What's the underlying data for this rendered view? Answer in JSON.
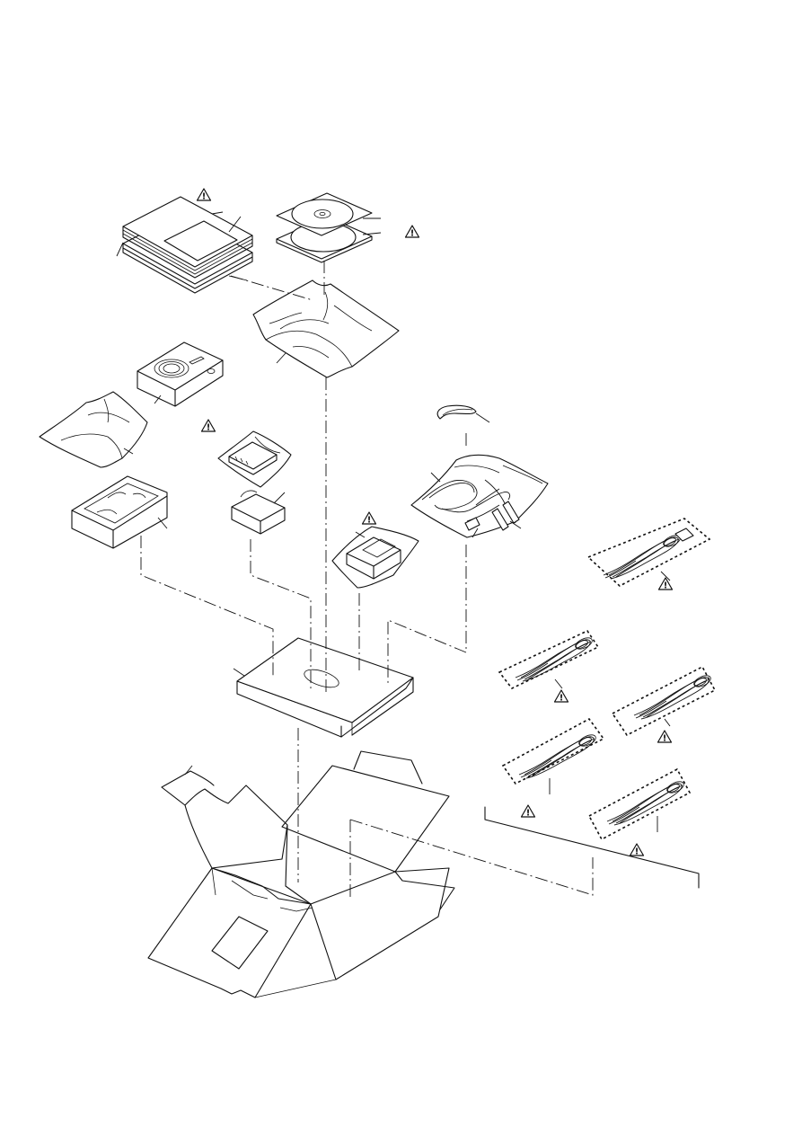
{
  "diagram": {
    "kind": "exploded-packing-view",
    "warning_symbol": "!",
    "colors": {
      "line": "#111111",
      "background": "#ffffff"
    },
    "parts": [
      {
        "id": "manuals",
        "icon": "manual-booklets-icon",
        "warning": true
      },
      {
        "id": "cd-rom",
        "icon": "cd-rom-icon",
        "warning": true
      },
      {
        "id": "poly-bag-large",
        "icon": "poly-bag-icon",
        "warning": false
      },
      {
        "id": "camera",
        "icon": "camera-icon",
        "warning": false
      },
      {
        "id": "camera-bag",
        "icon": "poly-bag-icon",
        "warning": false
      },
      {
        "id": "battery-bagged",
        "icon": "battery-pack-icon",
        "warning": true
      },
      {
        "id": "battery",
        "icon": "battery-pack-icon",
        "warning": false
      },
      {
        "id": "camera-tray",
        "icon": "cushion-tray-icon",
        "warning": false
      },
      {
        "id": "wrist-strap",
        "icon": "wrist-strap-icon",
        "warning": false
      },
      {
        "id": "cable-set",
        "icon": "cable-set-icon",
        "warning": false
      },
      {
        "id": "charger",
        "icon": "battery-charger-icon",
        "warning": true
      },
      {
        "id": "ac-cord-region-1",
        "icon": "ac-cord-icon",
        "warning": true
      },
      {
        "id": "ac-cord-region-2",
        "icon": "ac-cord-icon",
        "warning": true
      },
      {
        "id": "ac-cord-region-3",
        "icon": "ac-cord-icon",
        "warning": true
      },
      {
        "id": "ac-cord-region-4",
        "icon": "ac-cord-icon",
        "warning": true
      },
      {
        "id": "ac-cord-region-5",
        "icon": "ac-cord-icon",
        "warning": true
      },
      {
        "id": "inner-tray",
        "icon": "inner-tray-icon",
        "warning": false
      },
      {
        "id": "carton-box",
        "icon": "carton-box-icon",
        "warning": false
      }
    ]
  }
}
